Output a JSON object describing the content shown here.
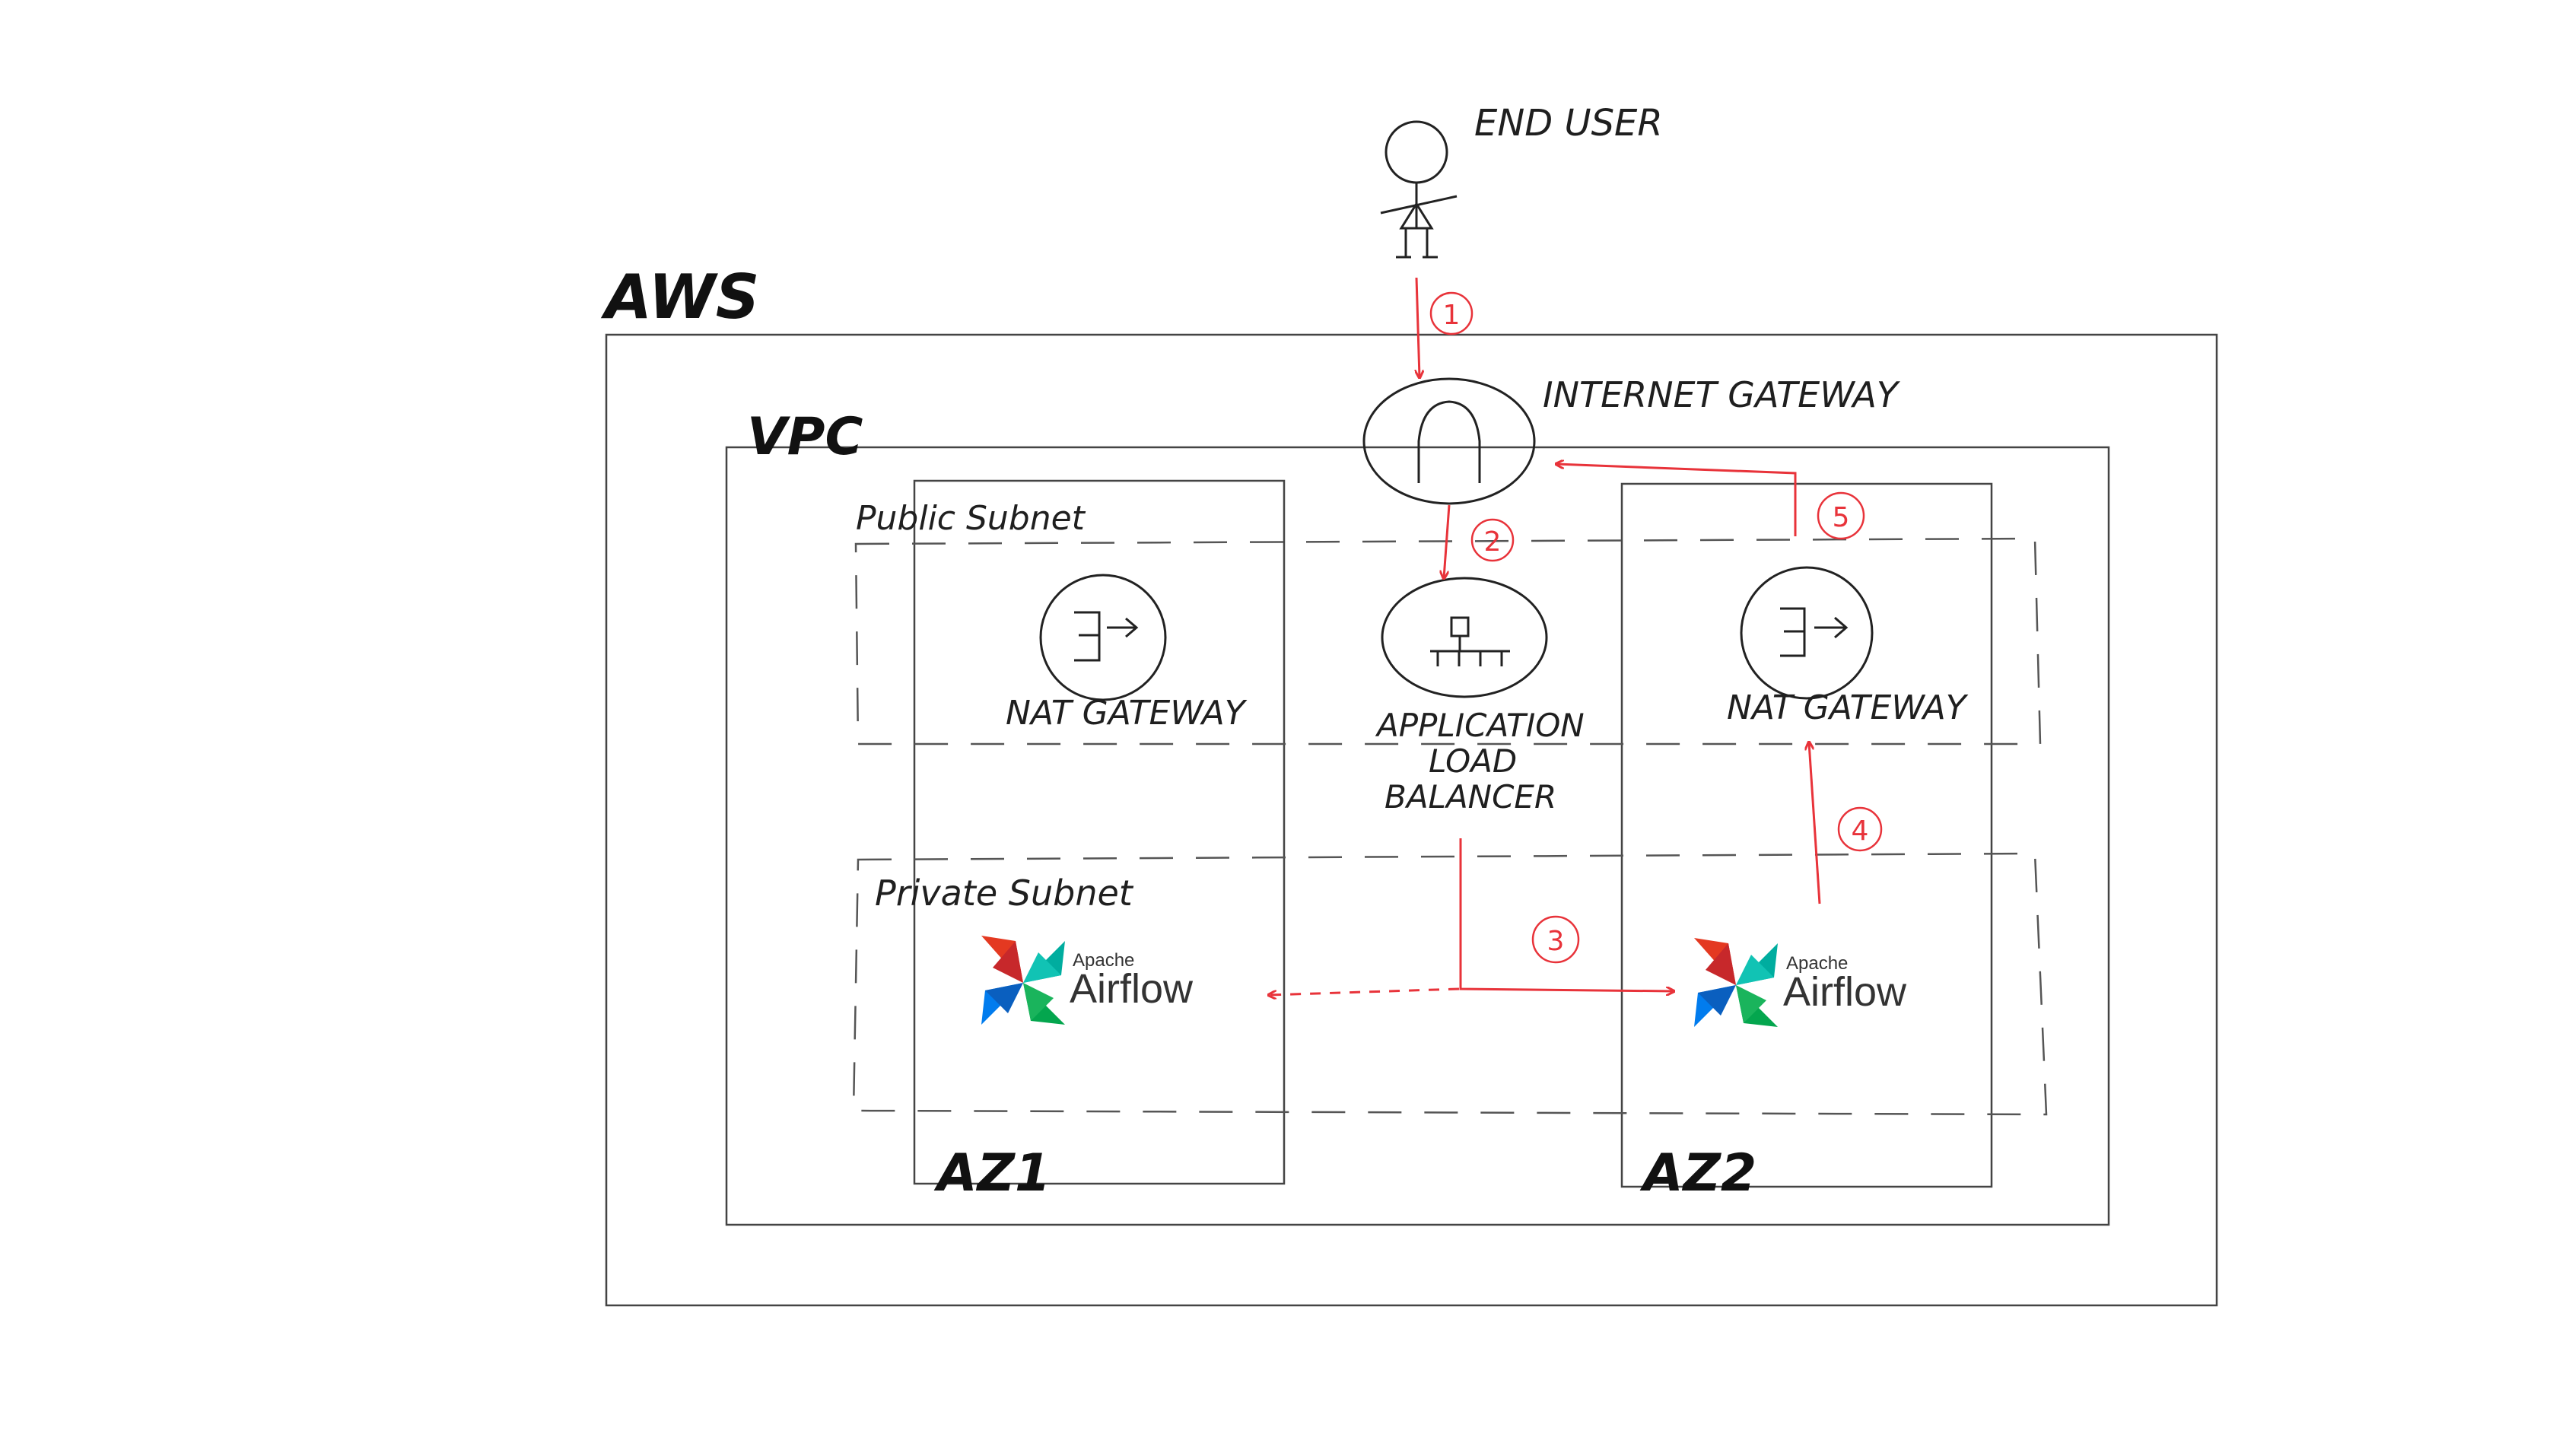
{
  "labels": {
    "end_user": "END USER",
    "aws": "AWS",
    "vpc": "VPC",
    "internet_gateway": "INTERNET GATEWAY",
    "public_subnet": "Public Subnet",
    "private_subnet": "Private Subnet",
    "nat_gateway_az1": "NAT GATEWAY",
    "nat_gateway_az2": "NAT GATEWAY",
    "alb_line1": "APPLICATION",
    "alb_line2": "LOAD",
    "alb_line3": "BALANCER",
    "az1": "AZ1",
    "az2": "AZ2"
  },
  "airflow_logo": {
    "brand_small": "Apache",
    "brand_big": "Airflow"
  },
  "steps": [
    "1",
    "2",
    "3",
    "4",
    "5"
  ],
  "colors": {
    "flow": "#e8333a",
    "outline": "#333333",
    "airflow_red": "#e43921",
    "airflow_teal": "#00ad9f",
    "airflow_blue": "#017cee",
    "airflow_green": "#04a64e"
  }
}
